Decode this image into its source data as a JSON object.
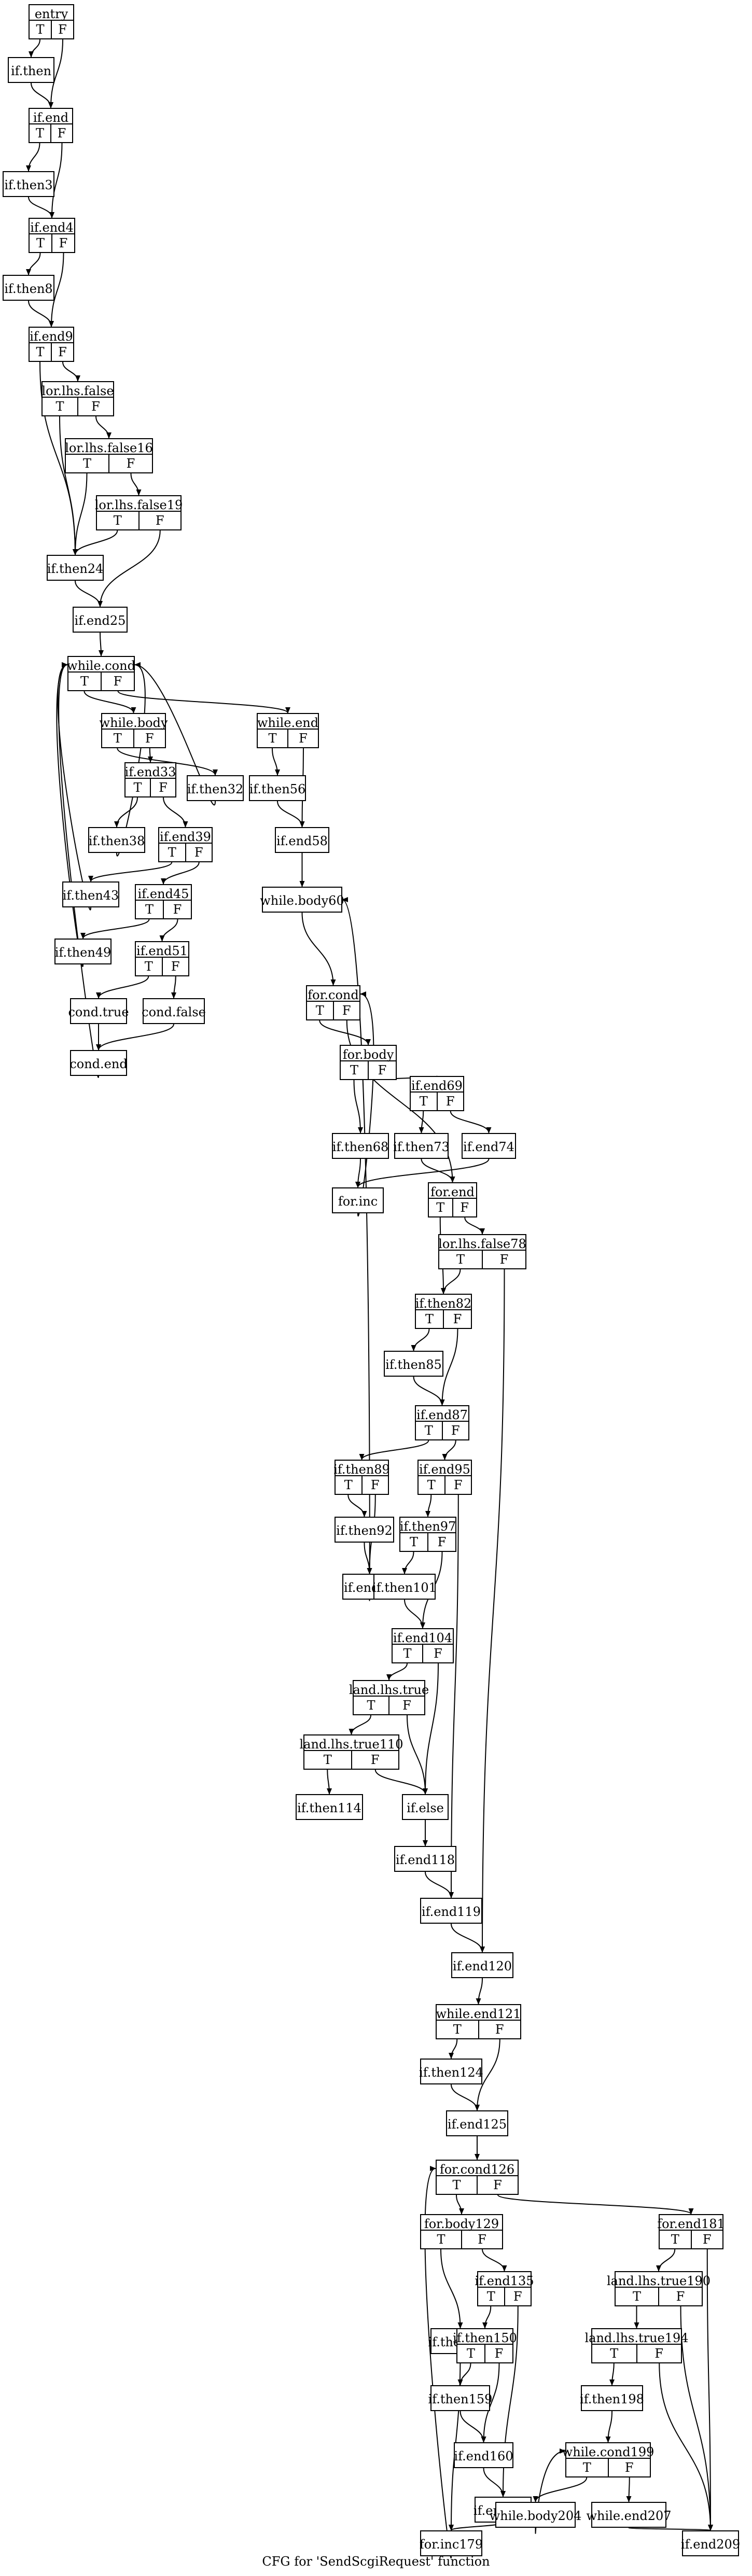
{
  "caption": "CFG for 'SendScgiRequest' function",
  "port_labels": {
    "true": "T",
    "false": "F"
  },
  "nodes": [
    {
      "id": "entry",
      "label": "entry",
      "branch": true
    },
    {
      "id": "if.then",
      "label": "if.then",
      "branch": false
    },
    {
      "id": "if.end",
      "label": "if.end",
      "branch": true
    },
    {
      "id": "if.then3",
      "label": "if.then3",
      "branch": false
    },
    {
      "id": "if.end4",
      "label": "if.end4",
      "branch": true
    },
    {
      "id": "if.then8",
      "label": "if.then8",
      "branch": false
    },
    {
      "id": "if.end9",
      "label": "if.end9",
      "branch": true
    },
    {
      "id": "lor.lhs.false",
      "label": "lor.lhs.false",
      "branch": true
    },
    {
      "id": "lor.lhs.false16",
      "label": "lor.lhs.false16",
      "branch": true
    },
    {
      "id": "lor.lhs.false19",
      "label": "lor.lhs.false19",
      "branch": true
    },
    {
      "id": "if.then24",
      "label": "if.then24",
      "branch": false
    },
    {
      "id": "if.end25",
      "label": "if.end25",
      "branch": false
    },
    {
      "id": "while.cond",
      "label": "while.cond",
      "branch": true
    },
    {
      "id": "while.body",
      "label": "while.body",
      "branch": true
    },
    {
      "id": "while.end",
      "label": "while.end",
      "branch": true
    },
    {
      "id": "if.end33",
      "label": "if.end33",
      "branch": true
    },
    {
      "id": "if.then32",
      "label": "if.then32",
      "branch": false
    },
    {
      "id": "if.then56",
      "label": "if.then56",
      "branch": false
    },
    {
      "id": "if.then38",
      "label": "if.then38",
      "branch": false
    },
    {
      "id": "if.end39",
      "label": "if.end39",
      "branch": true
    },
    {
      "id": "if.end58",
      "label": "if.end58",
      "branch": false
    },
    {
      "id": "if.then43",
      "label": "if.then43",
      "branch": false
    },
    {
      "id": "if.end45",
      "label": "if.end45",
      "branch": true
    },
    {
      "id": "while.body60",
      "label": "while.body60",
      "branch": false
    },
    {
      "id": "if.then49",
      "label": "if.then49",
      "branch": false
    },
    {
      "id": "if.end51",
      "label": "if.end51",
      "branch": true
    },
    {
      "id": "for.cond",
      "label": "for.cond",
      "branch": true
    },
    {
      "id": "cond.true",
      "label": "cond.true",
      "branch": false
    },
    {
      "id": "cond.false",
      "label": "cond.false",
      "branch": false
    },
    {
      "id": "for.body",
      "label": "for.body",
      "branch": true
    },
    {
      "id": "cond.end",
      "label": "cond.end",
      "branch": false
    },
    {
      "id": "if.end69",
      "label": "if.end69",
      "branch": true
    },
    {
      "id": "if.then68",
      "label": "if.then68",
      "branch": false
    },
    {
      "id": "if.then73",
      "label": "if.then73",
      "branch": false
    },
    {
      "id": "if.end74",
      "label": "if.end74",
      "branch": false
    },
    {
      "id": "for.inc",
      "label": "for.inc",
      "branch": false
    },
    {
      "id": "for.end",
      "label": "for.end",
      "branch": true
    },
    {
      "id": "lor.lhs.false78",
      "label": "lor.lhs.false78",
      "branch": true
    },
    {
      "id": "if.then82",
      "label": "if.then82",
      "branch": true
    },
    {
      "id": "if.then85",
      "label": "if.then85",
      "branch": false
    },
    {
      "id": "if.end87",
      "label": "if.end87",
      "branch": true
    },
    {
      "id": "if.then89",
      "label": "if.then89",
      "branch": true
    },
    {
      "id": "if.end95",
      "label": "if.end95",
      "branch": true
    },
    {
      "id": "if.then92",
      "label": "if.then92",
      "branch": false
    },
    {
      "id": "if.then97",
      "label": "if.then97",
      "branch": true
    },
    {
      "id": "if.end93",
      "label": "if.end93",
      "branch": false
    },
    {
      "id": "if.then101",
      "label": "if.then101",
      "branch": false
    },
    {
      "id": "if.end104",
      "label": "if.end104",
      "branch": true
    },
    {
      "id": "land.lhs.true",
      "label": "land.lhs.true",
      "branch": true
    },
    {
      "id": "land.lhs.true110",
      "label": "land.lhs.true110",
      "branch": true
    },
    {
      "id": "if.then114",
      "label": "if.then114",
      "branch": false
    },
    {
      "id": "if.else",
      "label": "if.else",
      "branch": false
    },
    {
      "id": "if.end118",
      "label": "if.end118",
      "branch": false
    },
    {
      "id": "if.end119",
      "label": "if.end119",
      "branch": false
    },
    {
      "id": "if.end120",
      "label": "if.end120",
      "branch": false
    },
    {
      "id": "while.end121",
      "label": "while.end121",
      "branch": true
    },
    {
      "id": "if.then124",
      "label": "if.then124",
      "branch": false
    },
    {
      "id": "if.end125",
      "label": "if.end125",
      "branch": false
    },
    {
      "id": "for.cond126",
      "label": "for.cond126",
      "branch": true
    },
    {
      "id": "for.body129",
      "label": "for.body129",
      "branch": true
    },
    {
      "id": "for.end181",
      "label": "for.end181",
      "branch": true
    },
    {
      "id": "if.end135",
      "label": "if.end135",
      "branch": true
    },
    {
      "id": "land.lhs.true190",
      "label": "land.lhs.true190",
      "branch": true
    },
    {
      "id": "if.then134",
      "label": "if.then134",
      "branch": false
    },
    {
      "id": "if.then150",
      "label": "if.then150",
      "branch": true
    },
    {
      "id": "land.lhs.true194",
      "label": "land.lhs.true194",
      "branch": true
    },
    {
      "id": "if.then159",
      "label": "if.then159",
      "branch": false
    },
    {
      "id": "if.then198",
      "label": "if.then198",
      "branch": false
    },
    {
      "id": "if.end160",
      "label": "if.end160",
      "branch": false
    },
    {
      "id": "while.cond199",
      "label": "while.cond199",
      "branch": true
    },
    {
      "id": "if.end161",
      "label": "if.end161",
      "branch": false
    },
    {
      "id": "while.body204",
      "label": "while.body204",
      "branch": false
    },
    {
      "id": "while.end207",
      "label": "while.end207",
      "branch": false
    },
    {
      "id": "for.inc179",
      "label": "for.inc179",
      "branch": false
    },
    {
      "id": "if.end209",
      "label": "if.end209",
      "branch": false
    }
  ],
  "edges": [
    [
      "entry",
      "T",
      "if.then"
    ],
    [
      "entry",
      "F",
      "if.end"
    ],
    [
      "if.then",
      "",
      "if.end"
    ],
    [
      "if.end",
      "T",
      "if.then3"
    ],
    [
      "if.end",
      "F",
      "if.end4"
    ],
    [
      "if.then3",
      "",
      "if.end4"
    ],
    [
      "if.end4",
      "T",
      "if.then8"
    ],
    [
      "if.end4",
      "F",
      "if.end9"
    ],
    [
      "if.then8",
      "",
      "if.end9"
    ],
    [
      "if.end9",
      "T",
      "if.then24"
    ],
    [
      "if.end9",
      "F",
      "lor.lhs.false"
    ],
    [
      "lor.lhs.false",
      "T",
      "if.then24"
    ],
    [
      "lor.lhs.false",
      "F",
      "lor.lhs.false16"
    ],
    [
      "lor.lhs.false16",
      "T",
      "if.then24"
    ],
    [
      "lor.lhs.false16",
      "F",
      "lor.lhs.false19"
    ],
    [
      "lor.lhs.false19",
      "T",
      "if.then24"
    ],
    [
      "lor.lhs.false19",
      "F",
      "if.end25"
    ],
    [
      "if.then24",
      "",
      "if.end25"
    ],
    [
      "if.end25",
      "",
      "while.cond"
    ],
    [
      "while.cond",
      "T",
      "while.body"
    ],
    [
      "while.cond",
      "F",
      "while.end"
    ],
    [
      "while.body",
      "T",
      "if.then32"
    ],
    [
      "while.body",
      "F",
      "if.end33"
    ],
    [
      "if.then32",
      "",
      "while.cond"
    ],
    [
      "if.end33",
      "T",
      "if.then38"
    ],
    [
      "if.end33",
      "F",
      "if.end39"
    ],
    [
      "if.then38",
      "",
      "while.cond"
    ],
    [
      "if.end39",
      "T",
      "if.then43"
    ],
    [
      "if.end39",
      "F",
      "if.end45"
    ],
    [
      "if.then43",
      "",
      "while.cond"
    ],
    [
      "if.end45",
      "T",
      "if.then49"
    ],
    [
      "if.end45",
      "F",
      "if.end51"
    ],
    [
      "if.then49",
      "",
      "while.cond"
    ],
    [
      "if.end51",
      "T",
      "cond.true"
    ],
    [
      "if.end51",
      "F",
      "cond.false"
    ],
    [
      "cond.true",
      "",
      "cond.end"
    ],
    [
      "cond.false",
      "",
      "cond.end"
    ],
    [
      "cond.end",
      "",
      "while.cond"
    ],
    [
      "while.end",
      "T",
      "if.then56"
    ],
    [
      "while.end",
      "F",
      "if.end58"
    ],
    [
      "if.then56",
      "",
      "if.end58"
    ],
    [
      "if.end58",
      "",
      "while.body60"
    ],
    [
      "while.body60",
      "",
      "for.cond"
    ],
    [
      "for.cond",
      "T",
      "for.body"
    ],
    [
      "for.cond",
      "F",
      "for.end"
    ],
    [
      "for.body",
      "T",
      "if.then68"
    ],
    [
      "for.body",
      "F",
      "if.end69"
    ],
    [
      "if.end69",
      "T",
      "if.then73"
    ],
    [
      "if.end69",
      "F",
      "if.end74"
    ],
    [
      "if.then68",
      "",
      "for.inc"
    ],
    [
      "if.end74",
      "",
      "for.inc"
    ],
    [
      "if.then73",
      "",
      "for.end"
    ],
    [
      "for.inc",
      "",
      "for.cond"
    ],
    [
      "for.end",
      "T",
      "if.then82"
    ],
    [
      "for.end",
      "F",
      "lor.lhs.false78"
    ],
    [
      "lor.lhs.false78",
      "T",
      "if.then82"
    ],
    [
      "lor.lhs.false78",
      "F",
      "if.end120"
    ],
    [
      "if.then82",
      "T",
      "if.then85"
    ],
    [
      "if.then82",
      "F",
      "if.end87"
    ],
    [
      "if.then85",
      "",
      "if.end87"
    ],
    [
      "if.end87",
      "T",
      "if.then89"
    ],
    [
      "if.end87",
      "F",
      "if.end95"
    ],
    [
      "if.then89",
      "T",
      "if.then92"
    ],
    [
      "if.then89",
      "F",
      "if.end93"
    ],
    [
      "if.then92",
      "",
      "if.end93"
    ],
    [
      "if.end93",
      "",
      "while.body60"
    ],
    [
      "if.end95",
      "T",
      "if.then97"
    ],
    [
      "if.end95",
      "F",
      "if.end119"
    ],
    [
      "if.then97",
      "T",
      "if.then101"
    ],
    [
      "if.then97",
      "F",
      "if.end104"
    ],
    [
      "if.then101",
      "",
      "if.end104"
    ],
    [
      "if.end104",
      "T",
      "land.lhs.true"
    ],
    [
      "if.end104",
      "F",
      "if.else"
    ],
    [
      "land.lhs.true",
      "T",
      "land.lhs.true110"
    ],
    [
      "land.lhs.true",
      "F",
      "if.else"
    ],
    [
      "land.lhs.true110",
      "T",
      "if.then114"
    ],
    [
      "land.lhs.true110",
      "F",
      "if.else"
    ],
    [
      "if.else",
      "",
      "if.end118"
    ],
    [
      "if.end118",
      "",
      "if.end119"
    ],
    [
      "if.end119",
      "",
      "if.end120"
    ],
    [
      "if.end120",
      "",
      "while.end121"
    ],
    [
      "while.end121",
      "T",
      "if.then124"
    ],
    [
      "while.end121",
      "F",
      "if.end125"
    ],
    [
      "if.then124",
      "",
      "if.end125"
    ],
    [
      "if.end125",
      "",
      "for.cond126"
    ],
    [
      "for.cond126",
      "T",
      "for.body129"
    ],
    [
      "for.cond126",
      "F",
      "for.end181"
    ],
    [
      "for.body129",
      "T",
      "if.then134"
    ],
    [
      "for.body129",
      "F",
      "if.end135"
    ],
    [
      "if.end135",
      "T",
      "if.then150"
    ],
    [
      "if.end135",
      "F",
      "if.end161"
    ],
    [
      "if.then150",
      "T",
      "if.then159"
    ],
    [
      "if.then150",
      "F",
      "if.end160"
    ],
    [
      "if.then159",
      "",
      "if.end160"
    ],
    [
      "if.end160",
      "",
      "if.end161"
    ],
    [
      "if.then134",
      "",
      "for.inc179"
    ],
    [
      "if.end161",
      "",
      "for.inc179"
    ],
    [
      "for.inc179",
      "",
      "for.cond126"
    ],
    [
      "for.end181",
      "T",
      "land.lhs.true190"
    ],
    [
      "for.end181",
      "F",
      "if.end209"
    ],
    [
      "land.lhs.true190",
      "T",
      "land.lhs.true194"
    ],
    [
      "land.lhs.true190",
      "F",
      "if.end209"
    ],
    [
      "land.lhs.true194",
      "T",
      "if.then198"
    ],
    [
      "land.lhs.true194",
      "F",
      "if.end209"
    ],
    [
      "if.then198",
      "",
      "while.cond199"
    ],
    [
      "while.cond199",
      "T",
      "while.body204"
    ],
    [
      "while.cond199",
      "F",
      "while.end207"
    ],
    [
      "while.body204",
      "",
      "while.cond199"
    ],
    [
      "while.end207",
      "",
      "if.end209"
    ]
  ]
}
